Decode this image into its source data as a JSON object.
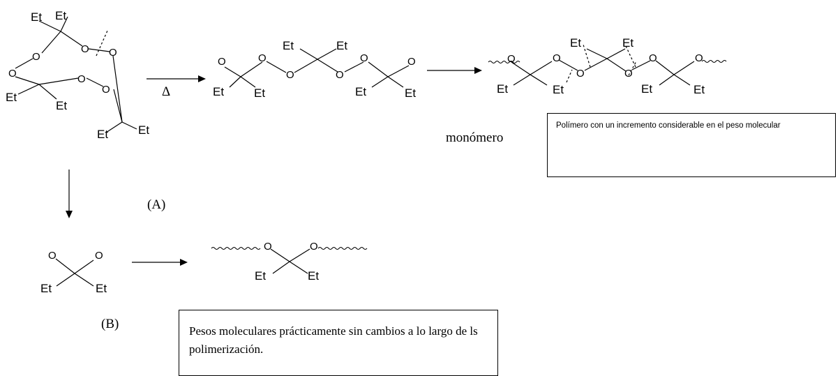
{
  "labels": {
    "et": "Et",
    "o": "O",
    "delta": "Δ",
    "monomero": "monómero",
    "a": "(A)",
    "b": "(B)"
  },
  "boxes": {
    "polymer": "Polímero con un incremento considerable en el peso molecular",
    "pesos": "Pesos moleculares prácticamente sin cambios a lo largo de ls polimerización."
  }
}
